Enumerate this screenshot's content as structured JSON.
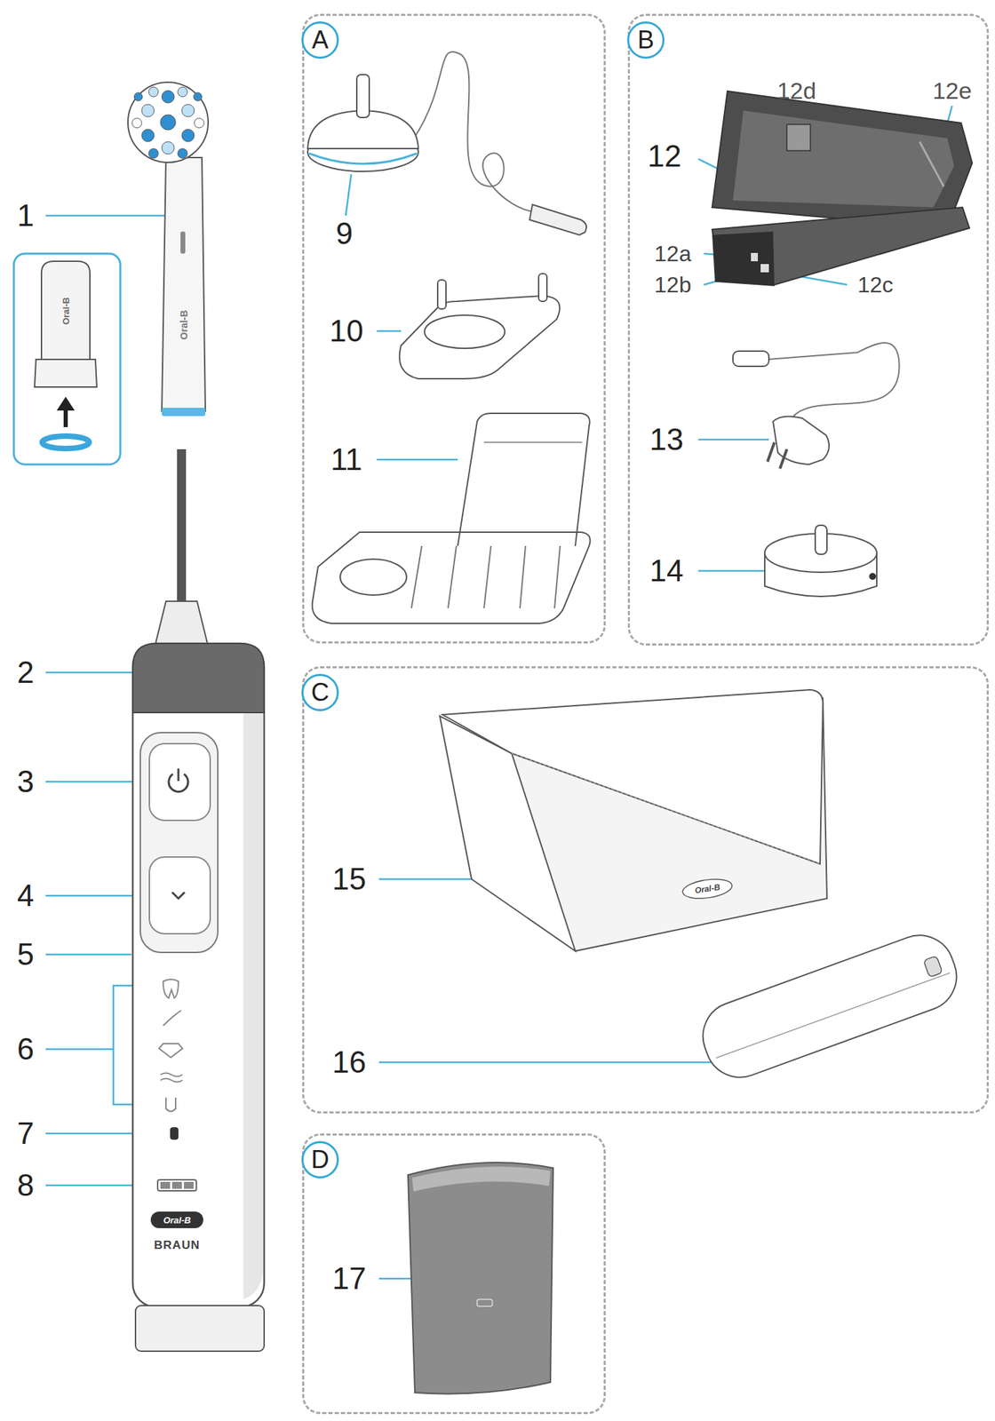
{
  "diagram": {
    "nodes": [
      {
        "text": [
          "A"
        ]
      },
      {
        "text": [
          "B"
        ]
      },
      {
        "text": [
          "C"
        ]
      },
      {
        "text": [
          "D"
        ]
      }
    ],
    "labels": [
      "1",
      "2",
      "3",
      "4",
      "5",
      "6",
      "7",
      "8",
      "Oral-B",
      "Oral-B",
      "Oral-B",
      "BRAUN",
      "9",
      "10",
      "11",
      "12",
      "12d",
      "12e",
      "12a",
      "12b",
      "12c",
      "13",
      "14",
      "15",
      "Oral-B",
      "16",
      "17"
    ]
  }
}
